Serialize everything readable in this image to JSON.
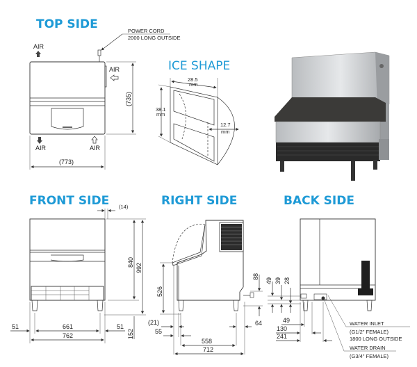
{
  "top_side": {
    "title": "TOP SIDE",
    "power_cord_line1": "POWER CORD",
    "power_cord_line2": "2000 LONG OUTSIDE",
    "air_top_left": "AIR",
    "air_right": "AIR",
    "air_bottom_left": "AIR",
    "air_bottom_right": "AIR",
    "depth": "(735)",
    "width": "(773)"
  },
  "ice_shape": {
    "title": "ICE SHAPE",
    "width_value": "28.5",
    "width_unit": "mm",
    "height_value": "38.1",
    "height_unit": "mm",
    "depth_value": "12.7",
    "depth_unit": "mm"
  },
  "front_side": {
    "title": "FRONT SIDE",
    "overhang": "(14)",
    "height_body": "840",
    "height_total": "992",
    "leg_height": "152",
    "left_offset": "51",
    "leg_span": "661",
    "right_offset": "51",
    "width": "762"
  },
  "right_side": {
    "title": "RIGHT SIDE",
    "bin_height": "526",
    "connection_height": "88",
    "front_overhang": "(21)",
    "front_leg": "55",
    "leg_span": "558",
    "rear_leg": "64",
    "depth": "712"
  },
  "back_side": {
    "title": "BACK SIDE",
    "height_49": "49",
    "height_39": "39",
    "height_28": "28",
    "offset_49": "49",
    "offset_130": "130",
    "offset_241": "241",
    "water_inlet_line1": "WATER INLET",
    "water_inlet_line2": "(G1/2\" FEMALE)",
    "water_inlet_line3": "1800 LONG OUTSIDE",
    "water_drain_line1": "WATER DRAIN",
    "water_drain_line2": "(G3/4\" FEMALE)"
  },
  "colors": {
    "title": "#1e9ad6",
    "line": "#333333"
  }
}
